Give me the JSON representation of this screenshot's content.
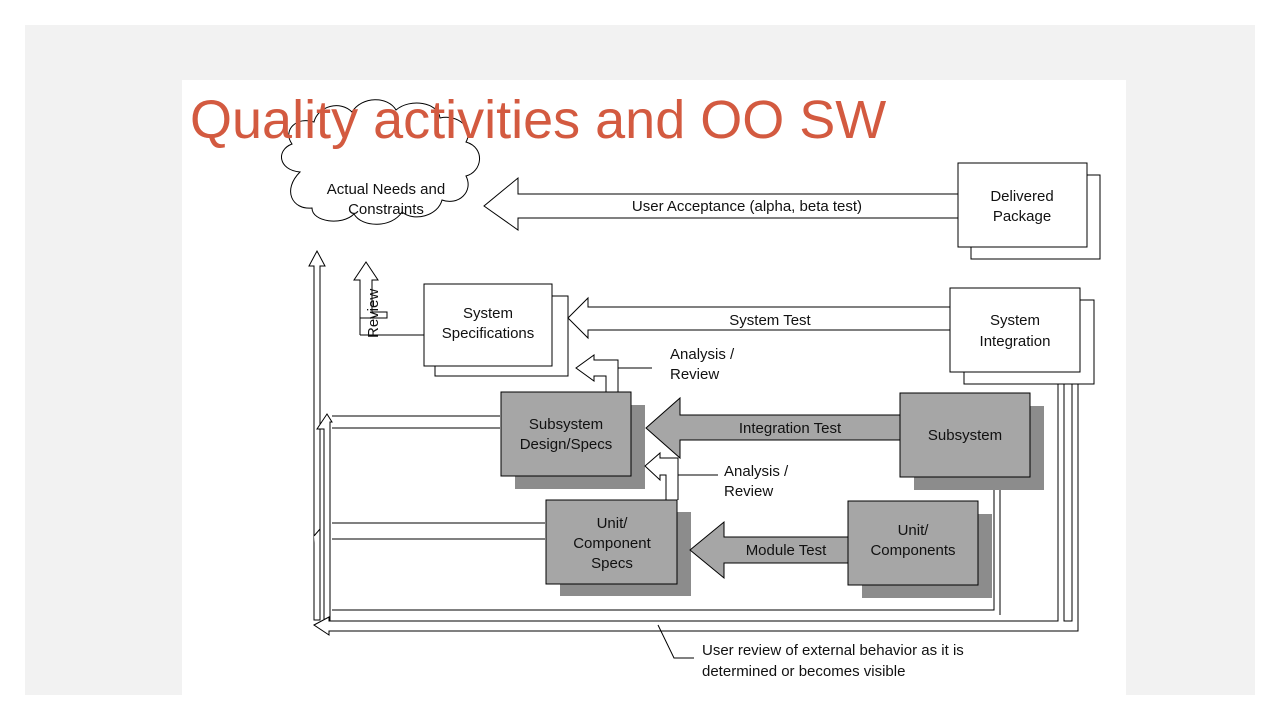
{
  "slide": {
    "title": "Quality activities and OO SW"
  },
  "nodes": {
    "needs": [
      "Actual Needs and",
      "Constraints"
    ],
    "delivered": [
      "Delivered",
      "Package"
    ],
    "sys_spec": [
      "System",
      "Specifications"
    ],
    "sys_int": [
      "System",
      "Integration"
    ],
    "sub_design": [
      "Subsystem",
      "Design/Specs"
    ],
    "subsystem": [
      "Subsystem"
    ],
    "unit_spec": [
      "Unit/",
      "Component",
      "Specs"
    ],
    "unit_comp": [
      "Unit/",
      "Components"
    ]
  },
  "labels": {
    "user_acceptance": "User Acceptance (alpha, beta test)",
    "system_test": "System Test",
    "integration_test": "Integration Test",
    "module_test": "Module Test",
    "review": "Review",
    "analysis_review_1": [
      "Analysis /",
      "Review"
    ],
    "analysis_review_2": [
      "Analysis /",
      "Review"
    ],
    "user_review": [
      "User review of external behavior as it is",
      "determined or becomes visible"
    ]
  },
  "colors": {
    "title": "#d35a40",
    "gray_box": "#a6a6a6",
    "shadow": "#8c8c8c",
    "background": "#f2f2f2"
  }
}
